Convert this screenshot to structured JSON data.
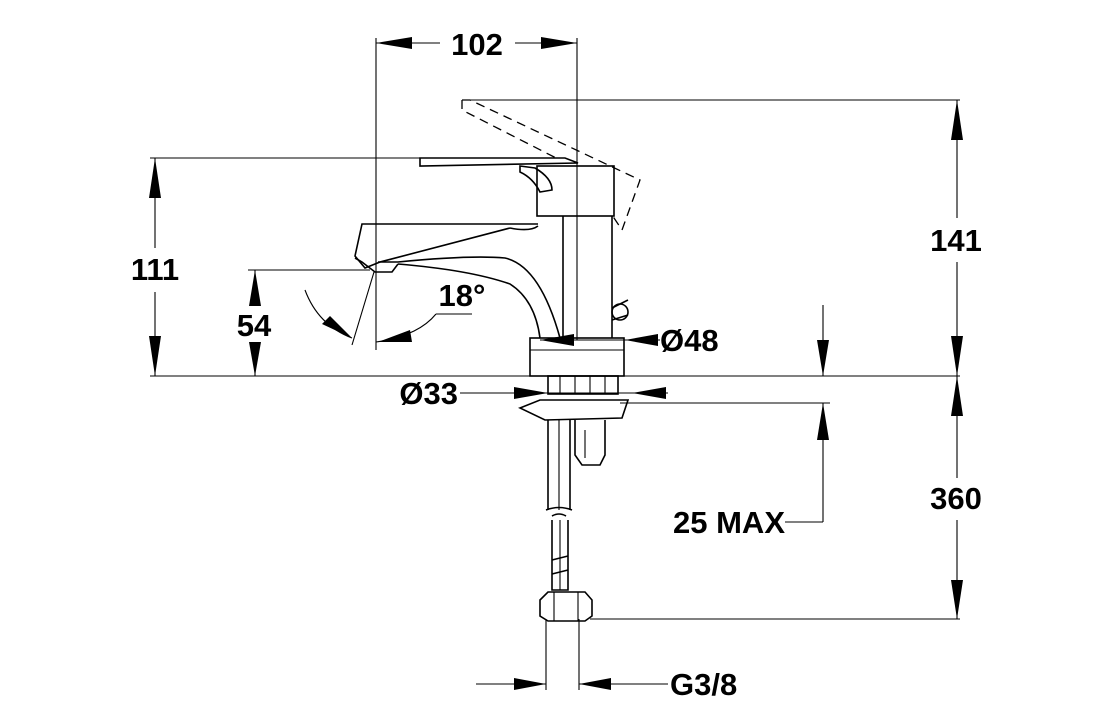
{
  "drawing": {
    "ink_color": "#000000",
    "background": "#ffffff",
    "dimensions": {
      "width_top": "102",
      "height_right": "141",
      "height_left": "111",
      "spout_height": "54",
      "angle": "18°",
      "body_diameter": "Ø48",
      "base_diameter": "Ø33",
      "max_thickness": "25 MAX",
      "hose_length": "360",
      "thread": "G3/8"
    }
  }
}
